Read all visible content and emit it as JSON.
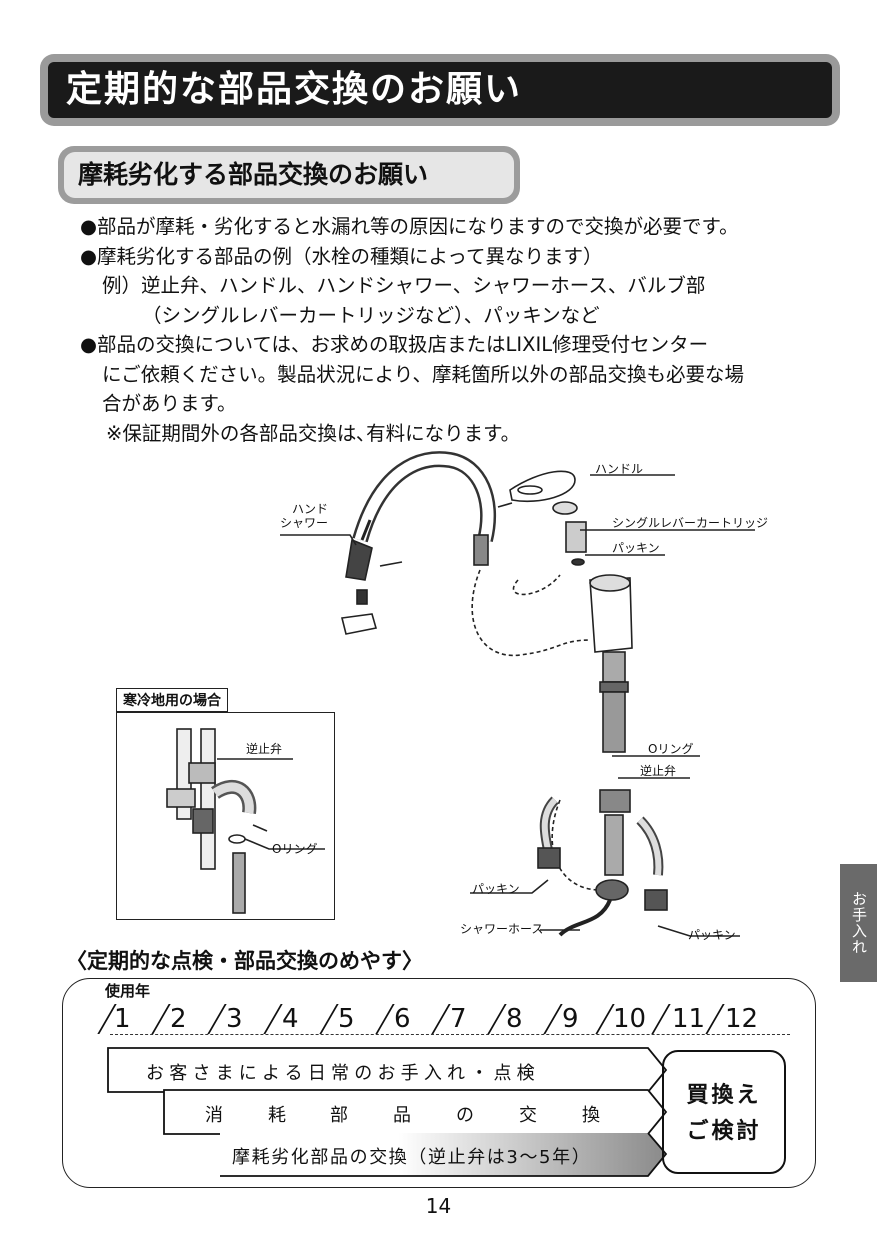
{
  "header": {
    "title": "定期的な部品交換のお願い"
  },
  "section": {
    "subtitle": "摩耗劣化する部品交換のお願い"
  },
  "body": {
    "line1": "●部品が摩耗・劣化すると水漏れ等の原因になりますので交換が必要です。",
    "line2": "●摩耗劣化する部品の例（水栓の種類によって異なります）",
    "line3": "例）逆止弁、ハンドル、ハンドシャワー、シャワーホース、バルブ部",
    "line4": "（シングルレバーカートリッジなど）、パッキンなど",
    "line5": "●部品の交換については、お求めの取扱店またはLIXIL修理受付センター",
    "line6": "にご依頼ください。製品状況により、摩耗箇所以外の部品交換も必要な場",
    "line7": "合があります。",
    "line8": "※保証期間外の各部品交換は､有料になります。"
  },
  "diagram": {
    "labels": {
      "handle": "ハンドル",
      "hand_shower_1": "ハンド",
      "hand_shower_2": "シャワー",
      "cartridge": "シングルレバーカートリッジ",
      "packing_top": "パッキン",
      "o_ring": "Oリング",
      "check_valve": "逆止弁",
      "packing_left": "パッキン",
      "shower_hose": "シャワーホース",
      "packing_right": "パッキン"
    },
    "cold_region": {
      "title": "寒冷地用の場合",
      "check_valve": "逆止弁",
      "o_ring": "Oリング"
    }
  },
  "side_tab": {
    "label": "お手入れ"
  },
  "guide": {
    "title": "〈定期的な点検・部品交換のめやす〉",
    "years_label": "使用年",
    "years": [
      "1",
      "2",
      "3",
      "4",
      "5",
      "6",
      "7",
      "8",
      "9",
      "10",
      "11",
      "12"
    ],
    "row1": "お客さまによる日常のお手入れ・点検",
    "row2": [
      "消",
      "耗",
      "部",
      "品",
      "の",
      "交",
      "換"
    ],
    "row3": "摩耗劣化部品の交換（逆止弁は3〜5年）",
    "buy_line1": "買換え",
    "buy_line2": "ご検討"
  },
  "page_number": "14"
}
